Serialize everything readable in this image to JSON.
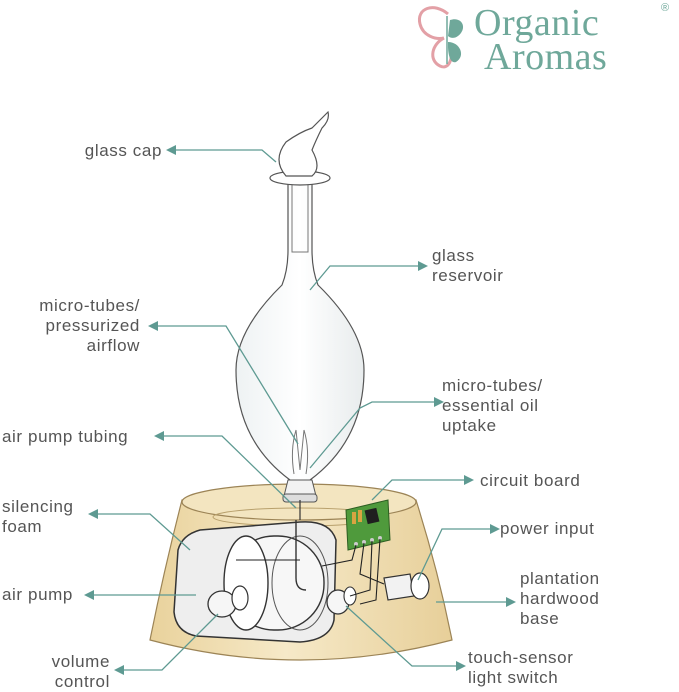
{
  "logo": {
    "line1": "Organic",
    "line2": "Aromas",
    "registered": "®"
  },
  "labels": {
    "glass_cap": [
      "glass cap"
    ],
    "glass_reservoir": [
      "glass",
      "reservoir"
    ],
    "micro_tubes_airflow": [
      "micro-tubes/",
      "pressurized",
      "airflow"
    ],
    "micro_tubes_uptake": [
      "micro-tubes/",
      "essential oil",
      "uptake"
    ],
    "air_pump_tubing": [
      "air pump tubing"
    ],
    "circuit_board": [
      "circuit board"
    ],
    "silencing_foam": [
      "silencing",
      "foam"
    ],
    "power_input": [
      "power input"
    ],
    "air_pump": [
      "air pump"
    ],
    "plantation_base": [
      "plantation",
      "hardwood",
      "base"
    ],
    "volume_control": [
      "volume",
      "control"
    ],
    "touch_sensor": [
      "touch-sensor",
      "light switch"
    ]
  },
  "colors": {
    "label_text": "#555555",
    "leader_line": "#5e9a92",
    "brand": "#6fa89a",
    "brand_accent": "#e3a0a6",
    "wood": "#efdcae",
    "board": "#4f9a3c"
  }
}
